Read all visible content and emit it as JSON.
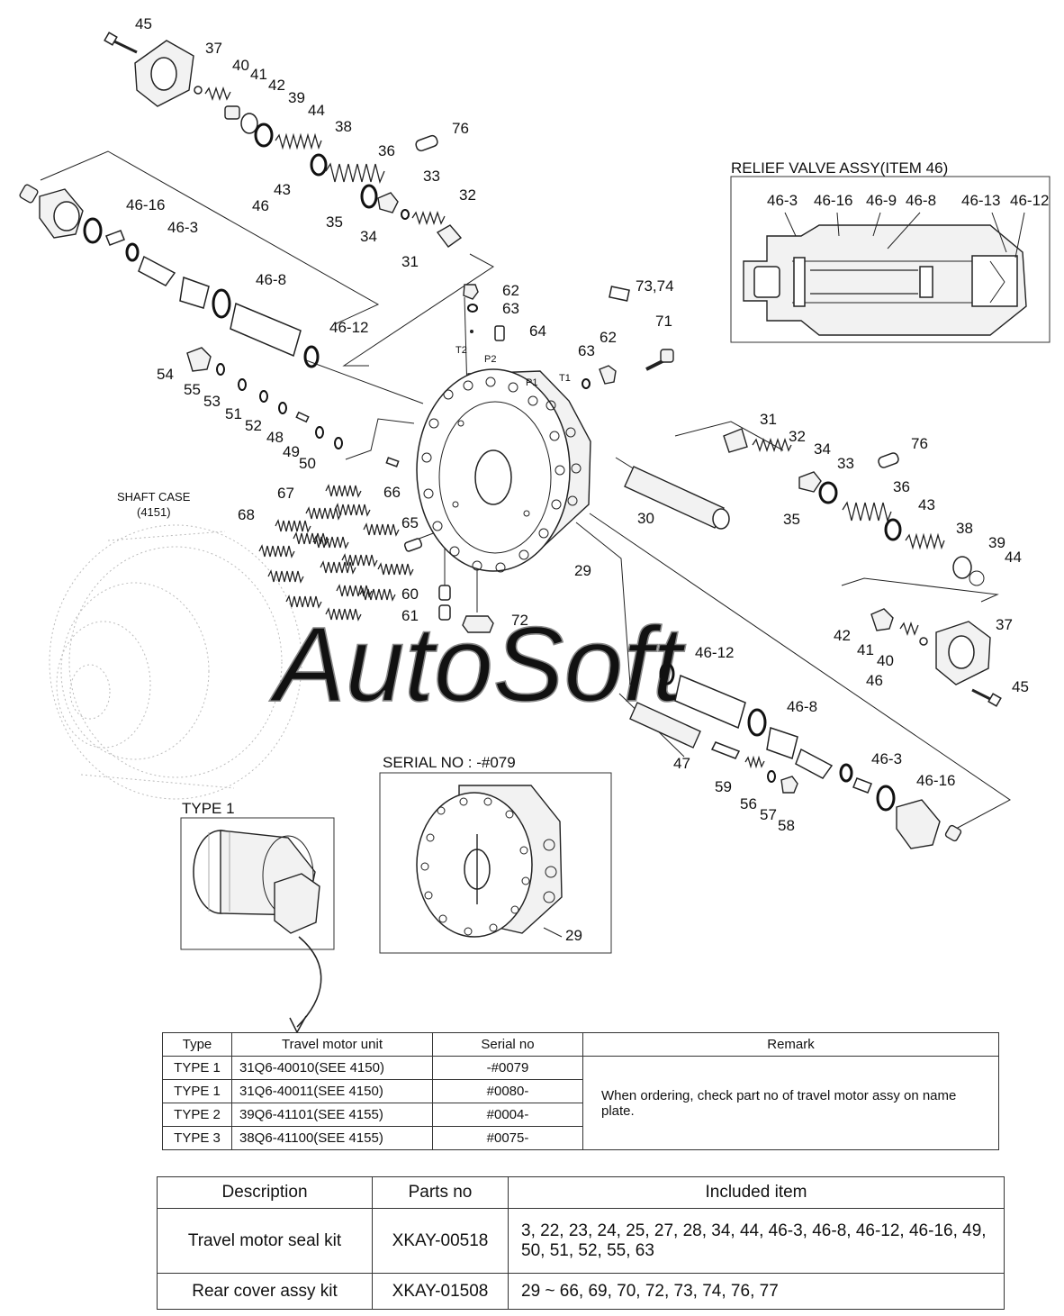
{
  "watermark": "AutoSoft",
  "shaft_case": {
    "title": "SHAFT CASE",
    "code": "(4151)"
  },
  "relief_valve": {
    "title": "RELIEF VALVE ASSY(ITEM 46)",
    "labels": [
      "46-3",
      "46-16",
      "46-9",
      "46-8",
      "46-13",
      "46-12"
    ]
  },
  "serial_inset": {
    "title": "SERIAL NO : -#079",
    "part": "29"
  },
  "type1_inset": {
    "title": "TYPE 1"
  },
  "ports": [
    "T2",
    "P2",
    "P1",
    "T1"
  ],
  "callouts": {
    "c45a": "45",
    "c37a": "37",
    "c40a": "40",
    "c41a": "41",
    "c42a": "42",
    "c39a": "39",
    "c44a": "44",
    "c38a": "38",
    "c36a": "36",
    "c76a": "76",
    "c33a": "33",
    "c32a": "32",
    "c43a": "43",
    "c35a": "35",
    "c34a": "34",
    "c31a": "31",
    "c46_16a": "46-16",
    "c46_3a": "46-3",
    "c46a": "46",
    "c46_8a": "46-8",
    "c46_12a": "46-12",
    "c62a": "62",
    "c63a": "63",
    "c64": "64",
    "c73_74": "73,74",
    "c71": "71",
    "c63b": "63",
    "c62b": "62",
    "c54": "54",
    "c55": "55",
    "c53": "53",
    "c51": "51",
    "c52": "52",
    "c48": "48",
    "c49": "49",
    "c50": "50",
    "c66": "66",
    "c67": "67",
    "c68": "68",
    "c65": "65",
    "c60": "60",
    "c61": "61",
    "c72": "72",
    "c29": "29",
    "c30": "30",
    "c31b": "31",
    "c32b": "32",
    "c34b": "34",
    "c33b": "33",
    "c76b": "76",
    "c35b": "35",
    "c36b": "36",
    "c43b": "43",
    "c38b": "38",
    "c39b": "39",
    "c44b": "44",
    "c42b": "42",
    "c37b": "37",
    "c41b": "41",
    "c40b": "40",
    "c45b": "45",
    "c46_12b": "46-12",
    "c46b": "46",
    "c46_8b": "46-8",
    "c46_3b": "46-3",
    "c46_16b": "46-16",
    "c47": "47",
    "c59": "59",
    "c56": "56",
    "c57": "57",
    "c58": "58"
  },
  "type_table": {
    "headers": [
      "Type",
      "Travel motor unit",
      "Serial no",
      "Remark"
    ],
    "rows": [
      [
        "TYPE 1",
        "31Q6-40010(SEE 4150)",
        "-#0079"
      ],
      [
        "TYPE 1",
        "31Q6-40011(SEE 4150)",
        "#0080-"
      ],
      [
        "TYPE 2",
        "39Q6-41101(SEE 4155)",
        "#0004-"
      ],
      [
        "TYPE 3",
        "38Q6-41100(SEE 4155)",
        "#0075-"
      ]
    ],
    "remark": "When ordering, check part no of travel motor assy on name plate."
  },
  "kit_table": {
    "headers": [
      "Description",
      "Parts no",
      "Included item"
    ],
    "rows": [
      [
        "Travel motor seal kit",
        "XKAY-00518",
        "3, 22, 23, 24, 25, 27, 28, 34, 44, 46-3, 46-8, 46-12, 46-16, 49, 50, 51, 52, 55, 63"
      ],
      [
        "Rear cover assy kit",
        "XKAY-01508",
        "29 ~ 66, 69, 70, 72, 73, 74, 76, 77"
      ]
    ]
  }
}
